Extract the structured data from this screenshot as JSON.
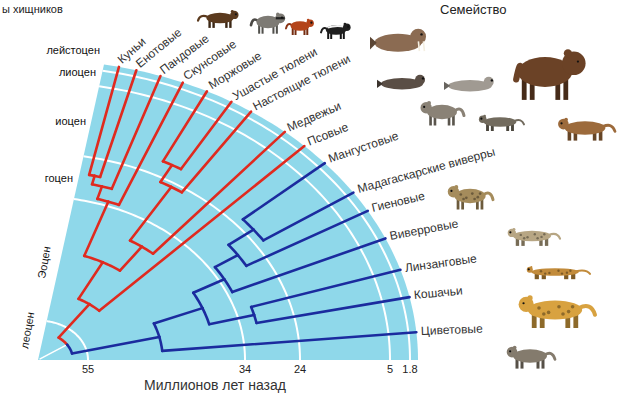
{
  "diagram": {
    "labels": [
      "ы хищников",
      "Семейство",
      "лейстоцен",
      "лиоцен",
      "иоцен",
      "гоцен",
      "Эоцен",
      "леоцен",
      "Куньи",
      "Енотовые",
      "Пандовые",
      "Скунсовые",
      "Моржовые",
      "Ушастые тюлени",
      "Настоящие тюлени",
      "Медвежьи",
      "Псовые",
      "Мангустовые",
      "Мадагаскарские виверры",
      "Гиеновые",
      "Виверровые",
      "Линзанговые",
      "Кошачьи",
      "Циветовые",
      "55",
      "34",
      "24",
      "5",
      "1.8",
      "Миллионов лет назад"
    ]
  }
}
